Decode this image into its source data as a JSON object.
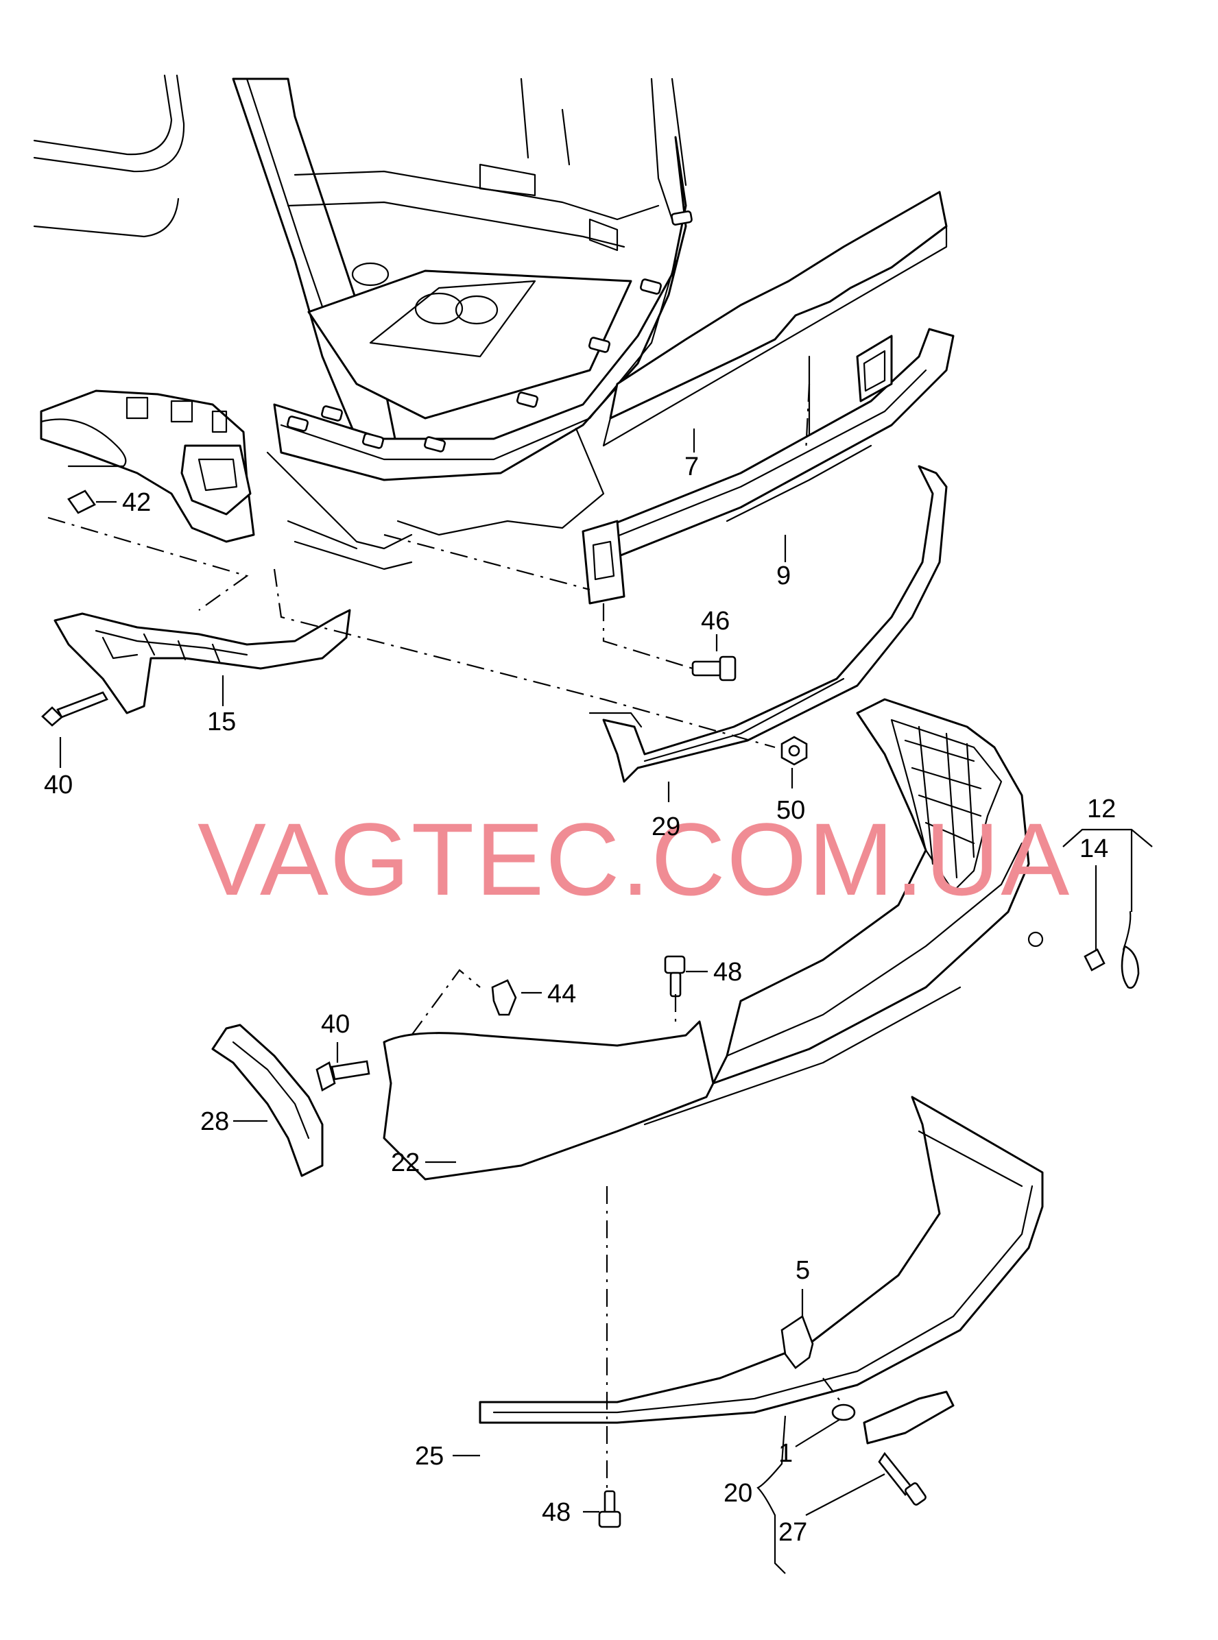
{
  "watermark": {
    "text": "VAGTEC.COM.UA",
    "color": "#f08c94"
  },
  "callouts": {
    "c1": "1",
    "c5": "5",
    "c7": "7",
    "c9": "9",
    "c12": "12",
    "c14": "14",
    "c15": "15",
    "c20": "20",
    "c22": "22",
    "c25": "25",
    "c27": "27",
    "c28": "28",
    "c29": "29",
    "c40a": "40",
    "c40b": "40",
    "c42": "42",
    "c44": "44",
    "c46": "46",
    "c48a": "48",
    "c48b": "48",
    "c50": "50"
  }
}
